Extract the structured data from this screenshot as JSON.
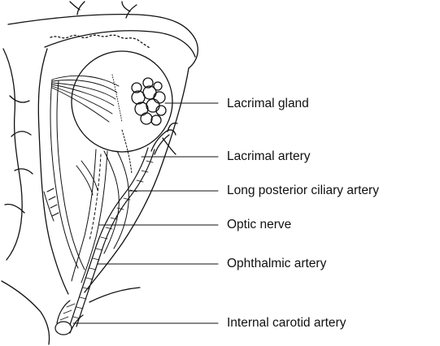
{
  "labels": {
    "lacrimal_gland": "Lacrimal gland",
    "lacrimal_artery": "Lacrimal artery",
    "long_posterior_ciliary_artery": "Long posterior ciliary artery",
    "optic_nerve": "Optic nerve",
    "ophthalmic_artery": "Ophthalmic artery",
    "internal_carotid_artery": "Internal carotid artery"
  },
  "colors": {
    "ink": "#111111",
    "background": "#ffffff"
  }
}
